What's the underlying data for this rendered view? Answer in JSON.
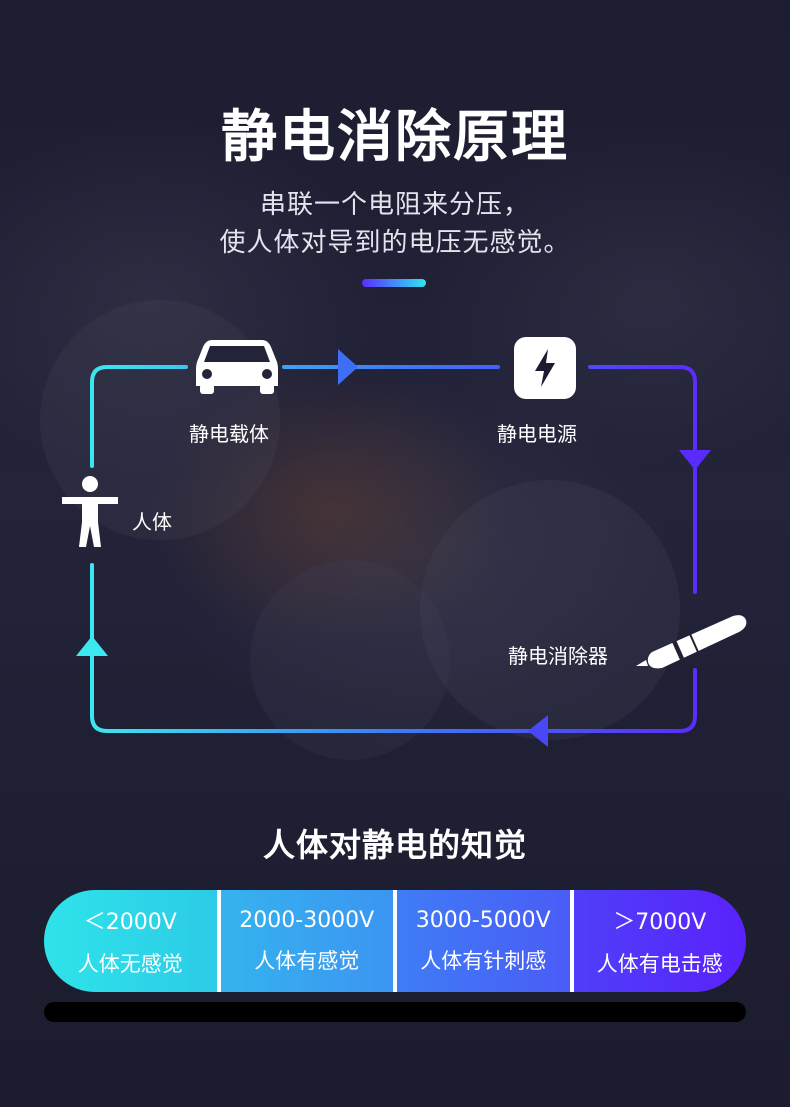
{
  "header": {
    "title": "静电消除原理",
    "subtitle_line1": "串联一个电阻来分压，",
    "subtitle_line2": "使人体对导到的电压无感觉。"
  },
  "diagram": {
    "nodes": [
      {
        "label": "静电载体",
        "icon": "car-icon"
      },
      {
        "label": "静电电源",
        "icon": "lightning-bolt-icon"
      },
      {
        "label": "静电消除器",
        "icon": "pen-eliminator-icon"
      },
      {
        "label": "人体",
        "icon": "human-figure-icon"
      }
    ],
    "colors": {
      "loop_start": "#3be8ef",
      "loop_mid": "#3c7cf4",
      "loop_end": "#5a2cfb"
    }
  },
  "perception": {
    "title": "人体对静电的知觉",
    "levels": [
      {
        "voltage": "＜2000V",
        "description": "人体无感觉"
      },
      {
        "voltage": "2000-3000V",
        "description": "人体有感觉"
      },
      {
        "voltage": "3000-5000V",
        "description": "人体有针刺感"
      },
      {
        "voltage": "＞7000V",
        "description": "人体有电击感"
      }
    ]
  }
}
